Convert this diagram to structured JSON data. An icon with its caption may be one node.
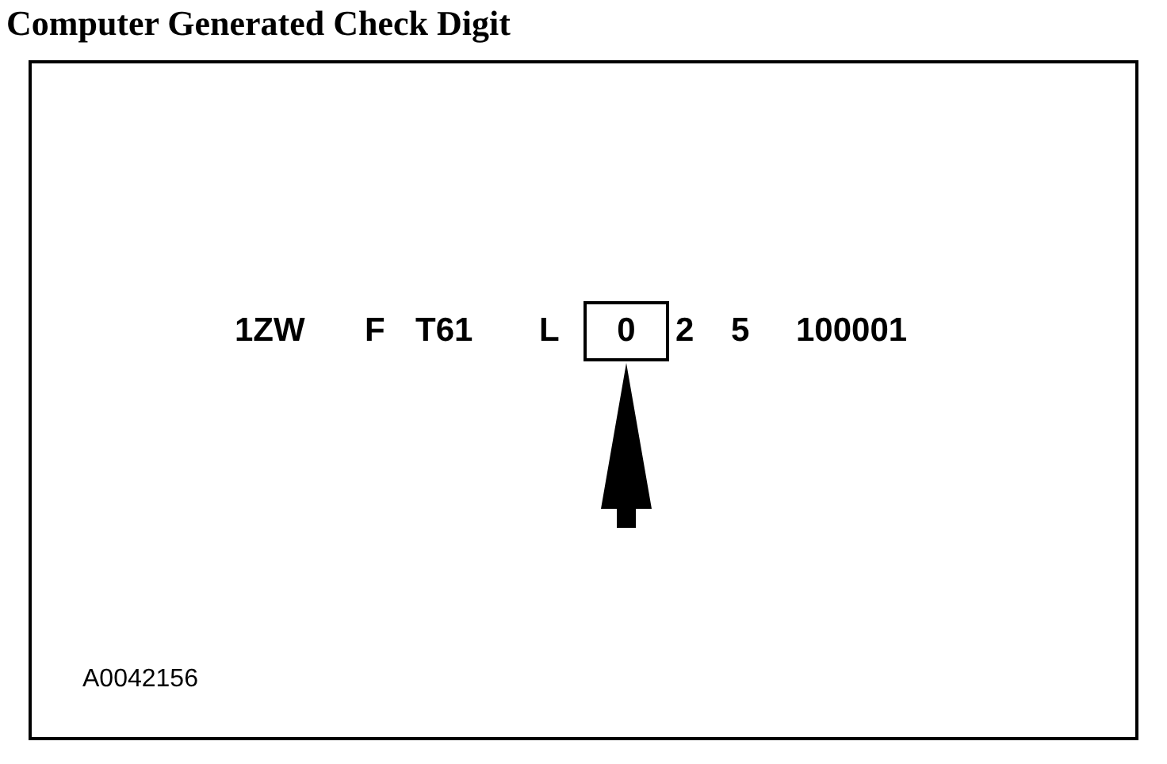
{
  "diagram": {
    "title": "Computer Generated Check Digit",
    "nodes": [
      {
        "text": [],
        "shape": "box"
      },
      {
        "text": [
          "0"
        ],
        "in": 0
      }
    ],
    "edges": [
      {
        "from": null,
        "to": 1,
        "arrow": "to"
      }
    ],
    "labels": [
      "1ZW",
      "F",
      "T61",
      "L",
      "2",
      "5",
      "100001",
      "A0042156"
    ]
  }
}
